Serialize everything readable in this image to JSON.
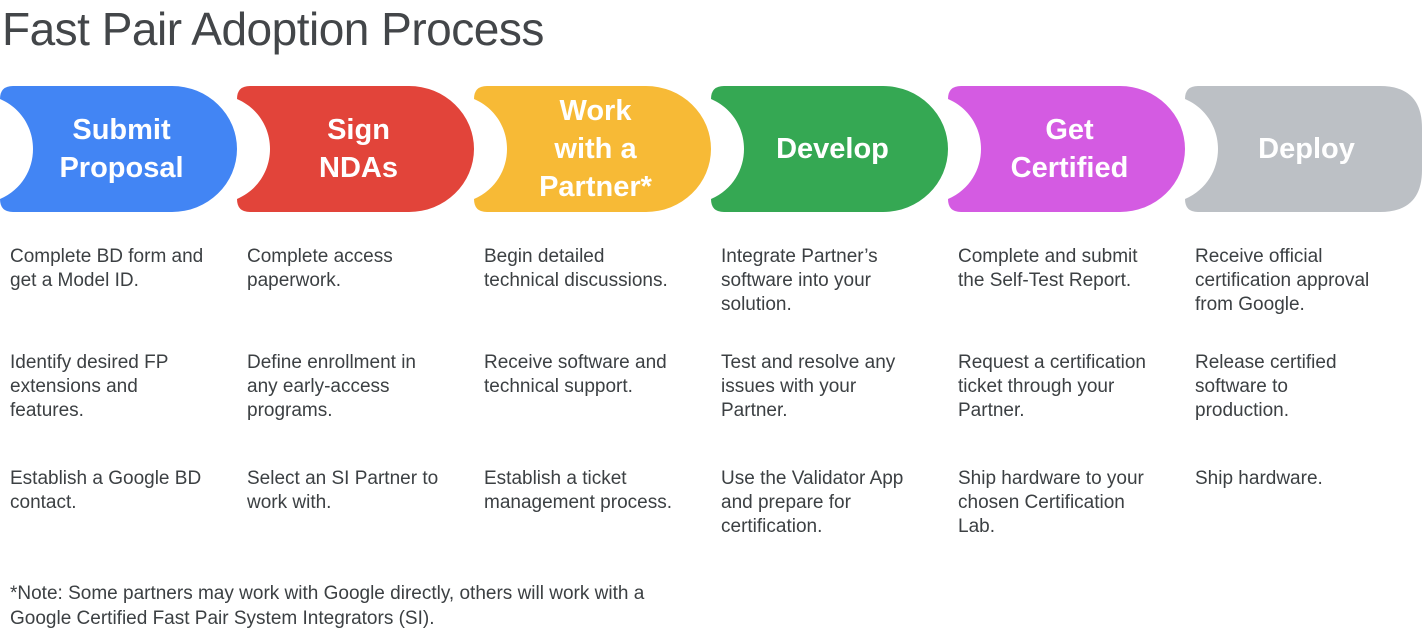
{
  "title": "Fast Pair Adoption Process",
  "footnote": "*Note: Some partners may work with Google directly, others will work with a\nGoogle Certified Fast Pair System Integrators (SI).",
  "text_color": "#3C4043",
  "stages": [
    {
      "name": "submit-proposal",
      "label": "Submit\nProposal",
      "color": "#4285F4",
      "steps": [
        "Complete BD form and\nget a Model ID.",
        "Identify desired FP\nextensions and\nfeatures.",
        "Establish a Google BD\ncontact."
      ]
    },
    {
      "name": "sign-ndas",
      "label": "Sign\nNDAs",
      "color": "#E2443A",
      "steps": [
        "Complete access\npaperwork.",
        "Define enrollment in\nany early-access\nprograms.",
        "Select an SI Partner to\nwork with."
      ]
    },
    {
      "name": "work-with-a-partner",
      "label": "Work\nwith a\nPartner*",
      "color": "#F7BA36",
      "steps": [
        "Begin detailed\ntechnical discussions.",
        "Receive software and\ntechnical support.",
        "Establish a ticket\nmanagement process."
      ]
    },
    {
      "name": "develop",
      "label": "Develop",
      "color": "#35A853",
      "steps": [
        "Integrate Partner’s\nsoftware into your\nsolution.",
        "Test and resolve any\nissues with your\nPartner.",
        "Use the Validator App\nand prepare for\ncertification."
      ]
    },
    {
      "name": "get-certified",
      "label": "Get\nCertified",
      "color": "#D45BE2",
      "steps": [
        "Complete and submit\nthe Self-Test Report.",
        "Request a certification\nticket through your\nPartner.",
        "Ship hardware to your\nchosen Certification\nLab."
      ]
    },
    {
      "name": "deploy",
      "label": "Deploy",
      "color": "#BCC0C5",
      "steps": [
        "Receive official\ncertification approval\nfrom Google.",
        "Release certified\nsoftware to\nproduction.",
        "Ship hardware."
      ]
    }
  ]
}
